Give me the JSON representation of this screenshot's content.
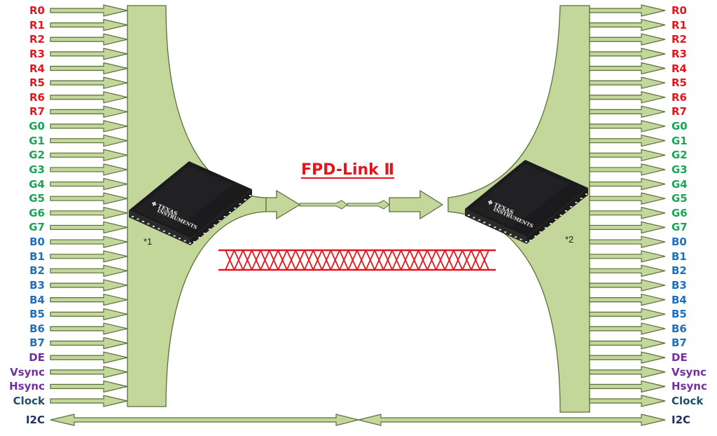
{
  "title": "FPD-Link Ⅱ",
  "colors": {
    "red": "#e8141c",
    "green": "#1aa556",
    "blue": "#1f6fbf",
    "purple": "#7030a0",
    "dark": "#1f4e6a",
    "navy": "#1f2f5a",
    "bus_fill": "#c4d79b",
    "bus_stroke": "#5a6e3a",
    "cable": "#e8141c"
  },
  "signals": [
    {
      "label": "R0",
      "color": "red"
    },
    {
      "label": "R1",
      "color": "red"
    },
    {
      "label": "R2",
      "color": "red"
    },
    {
      "label": "R3",
      "color": "red"
    },
    {
      "label": "R4",
      "color": "red"
    },
    {
      "label": "R5",
      "color": "red"
    },
    {
      "label": "R6",
      "color": "red"
    },
    {
      "label": "R7",
      "color": "red"
    },
    {
      "label": "G0",
      "color": "green"
    },
    {
      "label": "G1",
      "color": "green"
    },
    {
      "label": "G2",
      "color": "green"
    },
    {
      "label": "G3",
      "color": "green"
    },
    {
      "label": "G4",
      "color": "green"
    },
    {
      "label": "G5",
      "color": "green"
    },
    {
      "label": "G6",
      "color": "green"
    },
    {
      "label": "G7",
      "color": "green"
    },
    {
      "label": "B0",
      "color": "blue"
    },
    {
      "label": "B1",
      "color": "blue"
    },
    {
      "label": "B2",
      "color": "blue"
    },
    {
      "label": "B3",
      "color": "blue"
    },
    {
      "label": "B4",
      "color": "blue"
    },
    {
      "label": "B5",
      "color": "blue"
    },
    {
      "label": "B6",
      "color": "blue"
    },
    {
      "label": "B7",
      "color": "blue"
    },
    {
      "label": "DE",
      "color": "purple"
    },
    {
      "label": "Vsync",
      "color": "purple"
    },
    {
      "label": "Hsync",
      "color": "purple"
    },
    {
      "label": "Clock",
      "color": "dark"
    }
  ],
  "i2c": {
    "label": "I2C",
    "color": "navy"
  },
  "chips": [
    {
      "id": "serializer",
      "note": "*1",
      "brand_line1": "TEXAS",
      "brand_line2": "INSTRUMENTS"
    },
    {
      "id": "deserializer",
      "note": "*2",
      "brand_line1": "TEXAS",
      "brand_line2": "INSTRUMENTS"
    }
  ],
  "cable": {
    "type": "twisted-pair",
    "twists": 30
  }
}
